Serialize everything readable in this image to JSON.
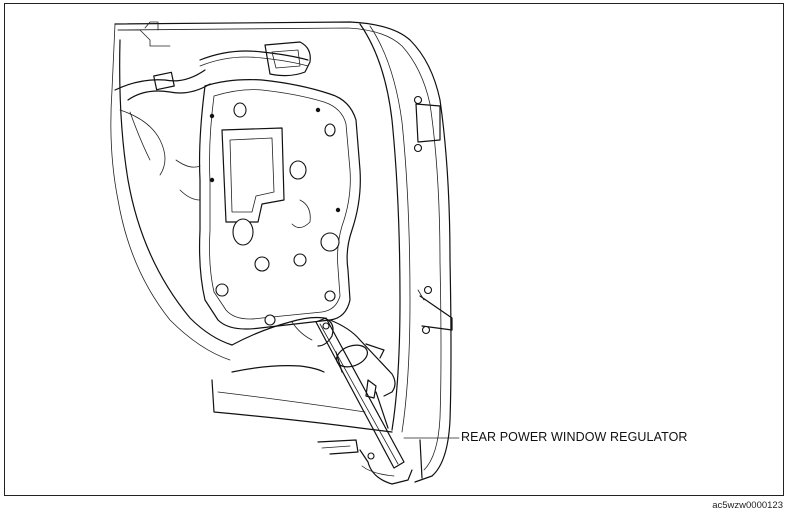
{
  "illustration": {
    "subject": "rear-door-power-window-regulator-removal",
    "callout_label": "REAR POWER WINDOW REGULATOR",
    "reference_code": "ac5wzw0000123"
  }
}
